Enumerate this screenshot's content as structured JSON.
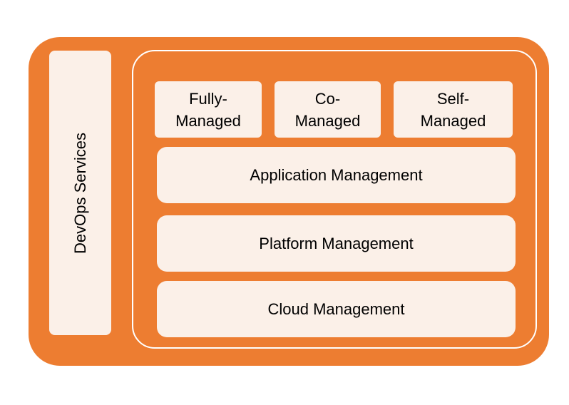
{
  "diagram": {
    "side_label": "DevOps Services",
    "modes": [
      {
        "label": "Fully-\nManaged"
      },
      {
        "label": "Co-\nManaged"
      },
      {
        "label": "Self-\nManaged"
      }
    ],
    "layers": [
      {
        "label": "Application Management"
      },
      {
        "label": "Platform Management"
      },
      {
        "label": "Cloud Management"
      }
    ]
  },
  "colors": {
    "accent": "#ED7D31",
    "box_fill": "#FBF0E8",
    "frame_line": "#FFFFFF",
    "text": "#000000"
  }
}
